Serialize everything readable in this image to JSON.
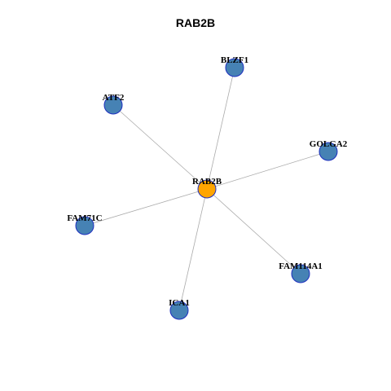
{
  "title": "RAB2B",
  "colors": {
    "center_fill": "#FFA500",
    "neighbor_fill": "#4682B4",
    "node_stroke": "#1E2FBF",
    "edge": "#AAAAAA"
  },
  "center": {
    "id": "RAB2B",
    "label": "RAB2B"
  },
  "nodes": [
    {
      "id": "BLZF1",
      "label": "BLZF1"
    },
    {
      "id": "ATF2",
      "label": "ATF2"
    },
    {
      "id": "GOLGA2",
      "label": "GOLGA2"
    },
    {
      "id": "FAM71C",
      "label": "FAM71C"
    },
    {
      "id": "FAM114A1",
      "label": "FAM114A1"
    },
    {
      "id": "ICA1",
      "label": "ICA1"
    }
  ],
  "edges": [
    [
      "RAB2B",
      "BLZF1"
    ],
    [
      "RAB2B",
      "ATF2"
    ],
    [
      "RAB2B",
      "GOLGA2"
    ],
    [
      "RAB2B",
      "FAM71C"
    ],
    [
      "RAB2B",
      "FAM114A1"
    ],
    [
      "RAB2B",
      "ICA1"
    ]
  ]
}
